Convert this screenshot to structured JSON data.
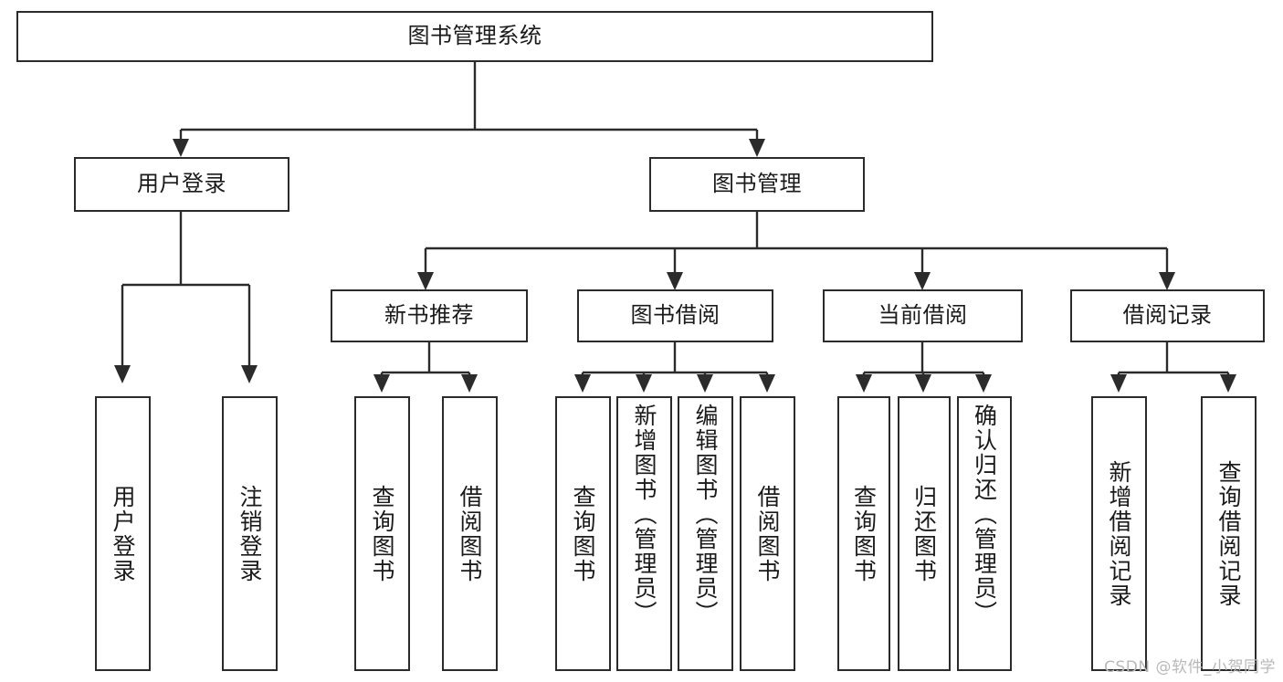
{
  "diagram": {
    "type": "tree-hierarchy",
    "title": "图书管理系统",
    "orientation": "top-down",
    "colors": {
      "box_border": "#2b2b2b",
      "box_fill": "#ffffff",
      "connector": "#2b2b2b",
      "text": "#1a1a1a",
      "watermark": "#b9b9b9",
      "background": "#ffffff"
    },
    "nodes": {
      "root": {
        "label": "图书管理系统",
        "level": 1,
        "text_direction": "horizontal"
      },
      "level2": [
        {
          "id": "user-login",
          "label": "用户登录",
          "text_direction": "horizontal"
        },
        {
          "id": "book-management",
          "label": "图书管理",
          "text_direction": "horizontal"
        }
      ],
      "level3": [
        {
          "id": "new-book-recommend",
          "label": "新书推荐",
          "text_direction": "horizontal",
          "parent": "book-management"
        },
        {
          "id": "book-borrow",
          "label": "图书借阅",
          "text_direction": "horizontal",
          "parent": "book-management"
        },
        {
          "id": "current-borrow",
          "label": "当前借阅",
          "text_direction": "horizontal",
          "parent": "book-management"
        },
        {
          "id": "borrow-record",
          "label": "借阅记录",
          "text_direction": "horizontal",
          "parent": "book-management"
        }
      ],
      "leaves": [
        {
          "id": "leaf-user-login",
          "label": "用户登录",
          "parent": "user-login",
          "text_direction": "vertical"
        },
        {
          "id": "leaf-logout",
          "label": "注销登录",
          "parent": "user-login",
          "text_direction": "vertical"
        },
        {
          "id": "leaf-query-book-1",
          "label": "查询图书",
          "parent": "new-book-recommend",
          "text_direction": "vertical"
        },
        {
          "id": "leaf-borrow-book-1",
          "label": "借阅图书",
          "parent": "new-book-recommend",
          "text_direction": "vertical"
        },
        {
          "id": "leaf-query-book-2",
          "label": "查询图书",
          "parent": "book-borrow",
          "text_direction": "vertical"
        },
        {
          "id": "leaf-add-book",
          "label": "新增图书（管理员）",
          "parent": "book-borrow",
          "text_direction": "vertical"
        },
        {
          "id": "leaf-edit-book",
          "label": "编辑图书（管理员）",
          "parent": "book-borrow",
          "text_direction": "vertical"
        },
        {
          "id": "leaf-borrow-book-2",
          "label": "借阅图书",
          "parent": "book-borrow",
          "text_direction": "vertical"
        },
        {
          "id": "leaf-query-book-3",
          "label": "查询图书",
          "parent": "current-borrow",
          "text_direction": "vertical"
        },
        {
          "id": "leaf-return-book",
          "label": "归还图书",
          "parent": "current-borrow",
          "text_direction": "vertical"
        },
        {
          "id": "leaf-confirm-return",
          "label": "确认归还（管理员）",
          "parent": "current-borrow",
          "text_direction": "vertical"
        },
        {
          "id": "leaf-add-record",
          "label": "新增借阅记录",
          "parent": "borrow-record",
          "text_direction": "vertical"
        },
        {
          "id": "leaf-query-record",
          "label": "查询借阅记录",
          "parent": "borrow-record",
          "text_direction": "vertical"
        }
      ]
    },
    "watermark": "CSDN @软件_小贺同学"
  }
}
